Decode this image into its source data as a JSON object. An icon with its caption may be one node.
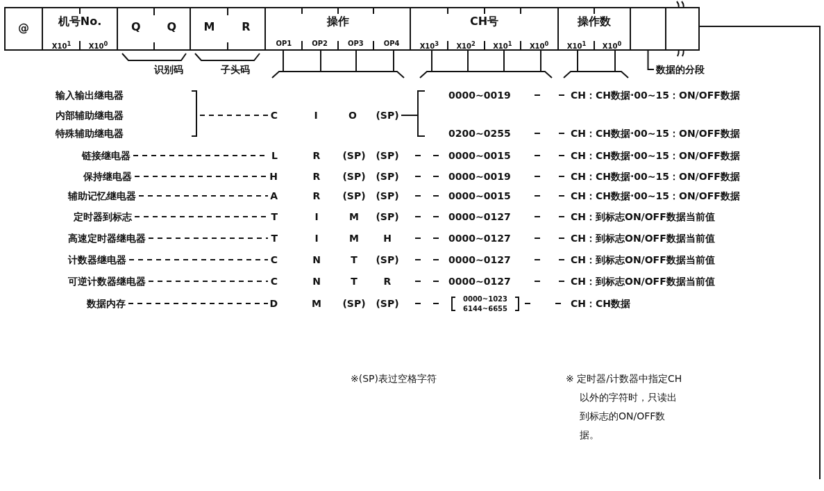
{
  "diagram": {
    "nodes": [
      {
        "text": [
          "@"
        ]
      },
      {
        "text": [
          "机号No.",
          "X10$^{1}$",
          "X10$^{0}$"
        ]
      },
      {
        "text": [
          "Q",
          "Q"
        ]
      },
      {
        "text": [
          "M",
          "R"
        ]
      },
      {
        "text": [
          "操作",
          "OP1",
          "OP2",
          "OP3",
          "OP4"
        ]
      },
      {
        "text": [
          "CH号",
          "X10$^{3}$",
          "X10$^{2}$",
          "X10$^{1}$",
          "X10$^{0}$"
        ]
      },
      {
        "text": [
          "操作数",
          "X10$^{1}$",
          "X10$^{0}$"
        ]
      },
      {
        "text": [],
        "shape": "box"
      },
      {
        "text": [],
        "shape": "box"
      },
      {
        "text": [
          "数据的分段"
        ]
      }
    ],
    "edges": [
      {
        "from": 8,
        "to": null,
        "arrow": "none"
      },
      {
        "from": 9,
        "to": 7,
        "arrow": "none"
      }
    ],
    "labels": [
      "识别码",
      "子头码",
      "输入输出继电器",
      "0000~0019",
      "CH：CH数据·00~15：ON/OFF数据",
      "内部辅助继电器",
      "C",
      "I",
      "O",
      "(SP)",
      "特殊辅助继电器",
      "0200~0255",
      "CH：CH数据·00~15：ON/OFF数据",
      "链接继电器",
      "L",
      "R",
      "(SP)",
      "(SP)",
      "0000~0015",
      "CH：CH数据·00~15：ON/OFF数据",
      "保持继电器",
      "H",
      "R",
      "(SP)",
      "(SP)",
      "0000~0019",
      "CH：CH数据·00~15：ON/OFF数据",
      "辅助记忆继电器",
      "A",
      "R",
      "(SP)",
      "(SP)",
      "0000~0015",
      "CH：CH数据·00~15：ON/OFF数据",
      "定时器到标志",
      "T",
      "I",
      "M",
      "(SP)",
      "0000~0127",
      "CH：到标志ON/OFF数据当前值",
      "高速定时器继电器",
      "T",
      "I",
      "M",
      "H",
      "0000~0127",
      "CH：到标志ON/OFF数据当前值",
      "计数器继电器",
      "C",
      "N",
      "T",
      "(SP)",
      "0000~0127",
      "CH：到标志ON/OFF数据当前值",
      "可逆计数器继电器",
      "C",
      "N",
      "T",
      "R",
      "0000~0127",
      "CH：到标志ON/OFF数据当前值",
      "数据内存",
      "D",
      "M",
      "(SP)",
      "(SP)",
      "0000~1023",
      "6144~6655",
      "CH：CH数据",
      "※(SP)表过空格字符",
      "※ 定时器/计数器中指定CH以外的字符时，只读出到标志的ON/OFF数据。"
    ]
  }
}
